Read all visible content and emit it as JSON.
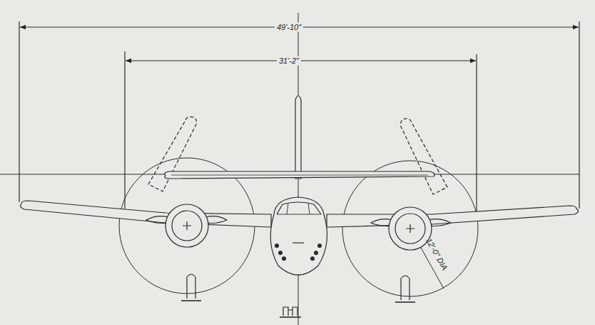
{
  "diagram": {
    "labels": [
      "49'-10\"",
      "31'-2\"",
      "12'-0\" DIA"
    ]
  }
}
